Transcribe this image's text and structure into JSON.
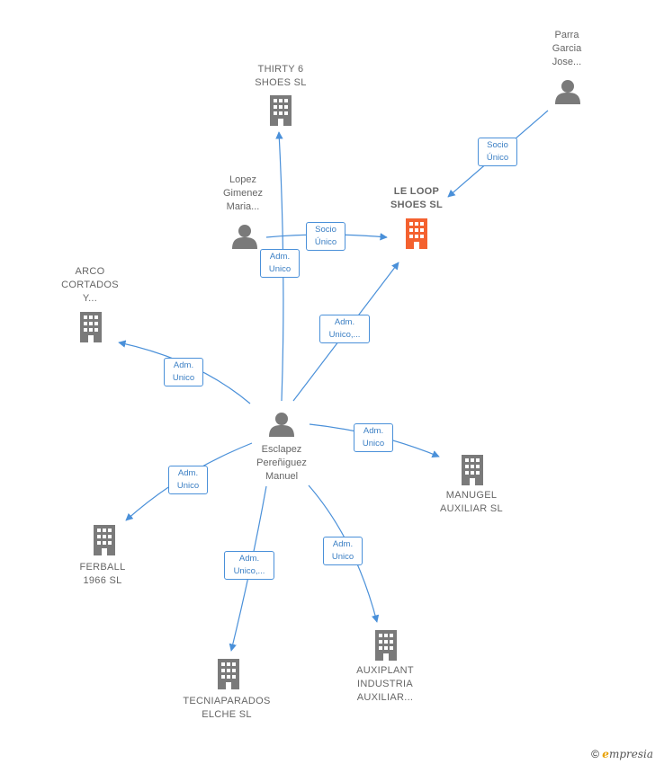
{
  "colors": {
    "edge": "#4a90d9",
    "node": "#7a7a7a",
    "focus": "#f4612f"
  },
  "nodes": {
    "thirty6": {
      "lines": [
        "THIRTY 6",
        "SHOES  SL"
      ],
      "type": "company"
    },
    "parra": {
      "lines": [
        "Parra",
        "Garcia",
        "Jose..."
      ],
      "type": "person"
    },
    "loop": {
      "lines": [
        "LE LOOP",
        "SHOES  SL"
      ],
      "type": "company-focus"
    },
    "lopez": {
      "lines": [
        "Lopez",
        "Gimenez",
        "Maria..."
      ],
      "type": "person"
    },
    "arco": {
      "lines": [
        "ARCO",
        "CORTADOS",
        "Y..."
      ],
      "type": "company"
    },
    "esclapez": {
      "lines": [
        "Esclapez",
        "Pereñiguez",
        "Manuel"
      ],
      "type": "person"
    },
    "manugel": {
      "lines": [
        "MANUGEL",
        "AUXILIAR  SL"
      ],
      "type": "company"
    },
    "ferball": {
      "lines": [
        "FERBALL",
        "1966  SL"
      ],
      "type": "company"
    },
    "tecnia": {
      "lines": [
        "TECNIAPARADOS",
        "ELCHE  SL"
      ],
      "type": "company"
    },
    "auxiplant": {
      "lines": [
        "AUXIPLANT",
        "INDUSTRIA",
        "AUXILIAR..."
      ],
      "type": "company"
    }
  },
  "edges": {
    "parra_loop": [
      "Socio",
      "Único"
    ],
    "lopez_loop": [
      "Socio",
      "Único"
    ],
    "esc_thirty": [
      "Adm.",
      "Unico"
    ],
    "esc_loop": [
      "Adm.",
      "Unico,..."
    ],
    "esc_arco": [
      "Adm.",
      "Unico"
    ],
    "esc_manugel": [
      "Adm.",
      "Unico"
    ],
    "esc_ferball": [
      "Adm.",
      "Unico"
    ],
    "esc_tecnia": [
      "Adm.",
      "Unico,..."
    ],
    "esc_auxiplant": [
      "Adm.",
      "Unico"
    ]
  },
  "footer": {
    "copyright": "©",
    "brand_initial": "e",
    "brand_rest": "mpresia"
  }
}
